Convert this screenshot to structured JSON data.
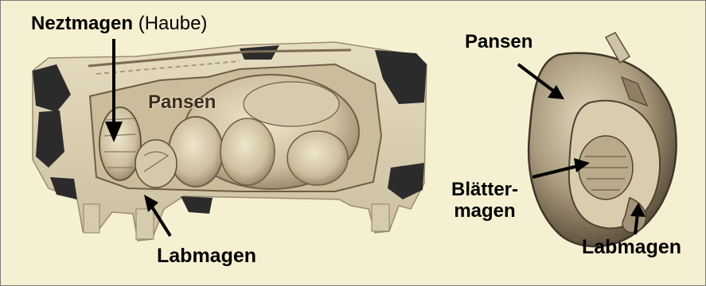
{
  "labels": {
    "neztmagen": "Neztmagen",
    "haube": "(Haube)",
    "pansen_inside": "Pansen",
    "labmagen_left": "Labmagen",
    "pansen_right": "Pansen",
    "blaetter_line1": "Blätter-",
    "blaetter_line2": "magen",
    "labmagen_right": "Labmagen"
  },
  "colors": {
    "background": "#f6f0d2",
    "cow_body": "#ddd2b2",
    "cavity": "#cbbd9b",
    "spot": "#2b2b2b",
    "arrow": "#000000",
    "stomach_light": "#e6dcc2",
    "stomach_dark": "#7c6c54"
  }
}
